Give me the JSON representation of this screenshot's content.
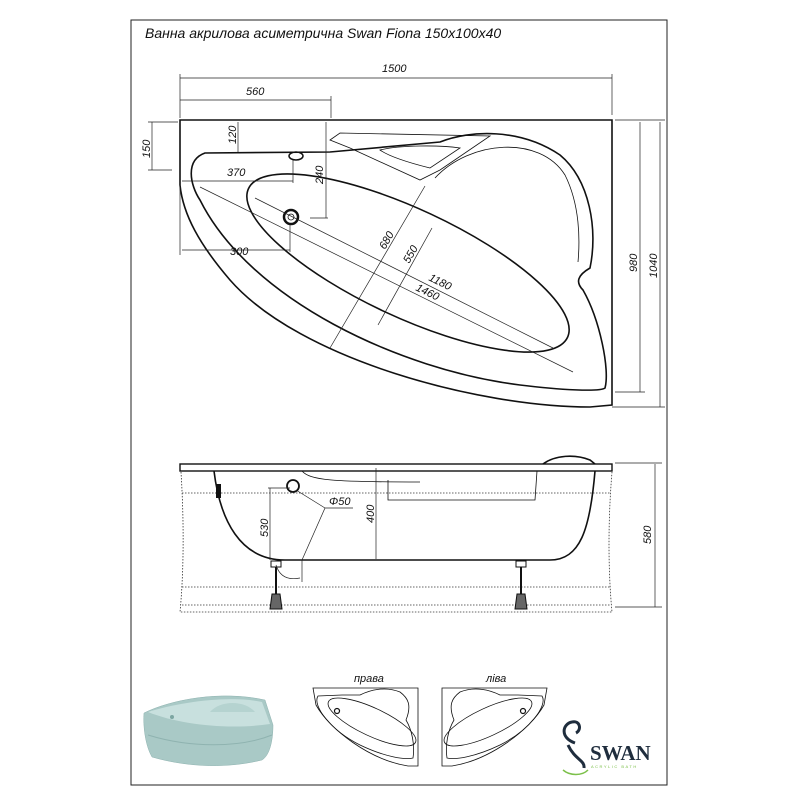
{
  "title": "Ванна акрилова асиметрична Swan Fiona 150x100x40",
  "top_view": {
    "dims": {
      "overall_length": "1500",
      "to_headrest": "560",
      "rim_offset": "150",
      "overflow_offset": "120",
      "drain_depth": "240",
      "overflow_x": "370",
      "drain_x": "300",
      "outer_width": "680",
      "inner_width": "550",
      "inner_length": "1180",
      "outer_length": "1460",
      "depth_980": "980",
      "depth_1040": "1040"
    }
  },
  "side_view": {
    "dims": {
      "overflow_height": "530",
      "inner_depth": "400",
      "overflow_diameter": "Φ50",
      "total_height": "580"
    }
  },
  "variants": {
    "right_label": "права",
    "left_label": "ліва"
  },
  "logo": {
    "brand": "SWAN",
    "tagline": "ACRYLIC BATH",
    "brand_color": "#1f2d3d",
    "accent_color": "#7cc04a"
  },
  "photo_color": "#a9c9c6"
}
